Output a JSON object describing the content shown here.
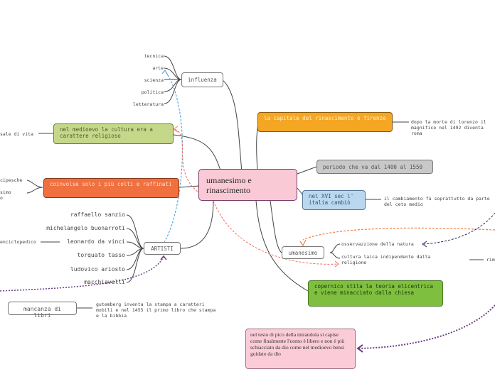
{
  "root": "umanesimo e rinascimento",
  "branches": {
    "influenza": "influenza",
    "medioevo": "nel medioevo la cultura era a carattere religioso",
    "coinvolse": "coinvolse solo i più colti e raffinati",
    "artisti": "ARTISTI",
    "capitale": "la capitale del rinascimento è firenze",
    "periodo": "periodo che va dal 1400 al 1550",
    "xvi": "nel XVI sec l' italia cambiò",
    "umanesimo": "umanesimo",
    "copernico": "copernico stila la teoria elicentrica e viene minacciato dalla chiesa",
    "mancanza": "mancanza di libri",
    "pico": "nel testo di pico della mirandola si capise come finalmente l'uomo è libero e non è più schiacciato da dio come nel medioevo bensì guidato da dio"
  },
  "influenza_items": [
    "tecnica",
    "arte",
    "scienza",
    "politica",
    "letteratura"
  ],
  "artist_items": [
    "raffaello sanzio",
    "michelangelo buonarroti",
    "leonardo da vinci",
    "torquato tasso",
    "ludovico ariosto",
    "macchiavelli"
  ],
  "side_labels": {
    "capitale_note": "dopo la morte di lorenzo il magnifico nel 1492 diventa roma",
    "xvi_note": "il cambiamento fù soprattutto da parte del ceto medio",
    "umanesimo_1": "osservazzione della natura",
    "umanesimo_2": "cultura laica indipendente dalla religione",
    "gutemberg": "gutemberg inventa la stampa a caratteri mobili e nel 1455 il primo libro che stampa e la bibbia",
    "medioevo_left": "sale di vita",
    "coinvolse_left_1": "cipesche",
    "coinvolse_left_2": "simo",
    "coinvolse_left_3": "o",
    "leonardo_left": "enciclopedico",
    "right_rim": "rim"
  },
  "colors": {
    "root": "#f9c9d6",
    "green_light": "#c5d88a",
    "orange": "#f07040",
    "yellow": "#f5a623",
    "grey": "#c8c8c8",
    "blue": "#b9d7ee",
    "green": "#7fbf3f",
    "pink": "#fbcbd8"
  }
}
